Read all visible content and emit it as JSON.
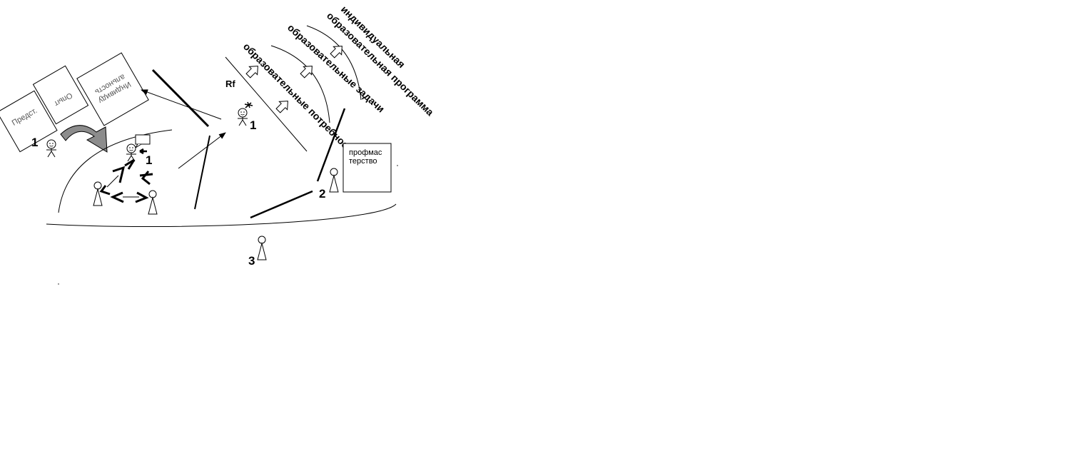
{
  "cards": {
    "predst": "Предст.",
    "opyt": "Опыт",
    "individ_line1": "Индивиду",
    "individ_line2": "альность"
  },
  "labels": {
    "rf": "Rf",
    "num_left": "1",
    "num_center": "1",
    "num_rf": "1",
    "num_two": "2",
    "num_three": "3"
  },
  "arcs": {
    "needs": "образовательные потребности",
    "tasks": "образовательные задачи",
    "program_line1": "индивидуальная",
    "program_line2": "образовательная программа"
  },
  "profbox": {
    "line1": "профмас",
    "line2": "терство"
  },
  "icons": {
    "person": "person-icon",
    "smiley": "smiley-figure-icon",
    "speech": "speech-bubble-icon",
    "arrow": "hollow-arrow-icon",
    "curved_arrow": "curved-arrow-icon"
  }
}
